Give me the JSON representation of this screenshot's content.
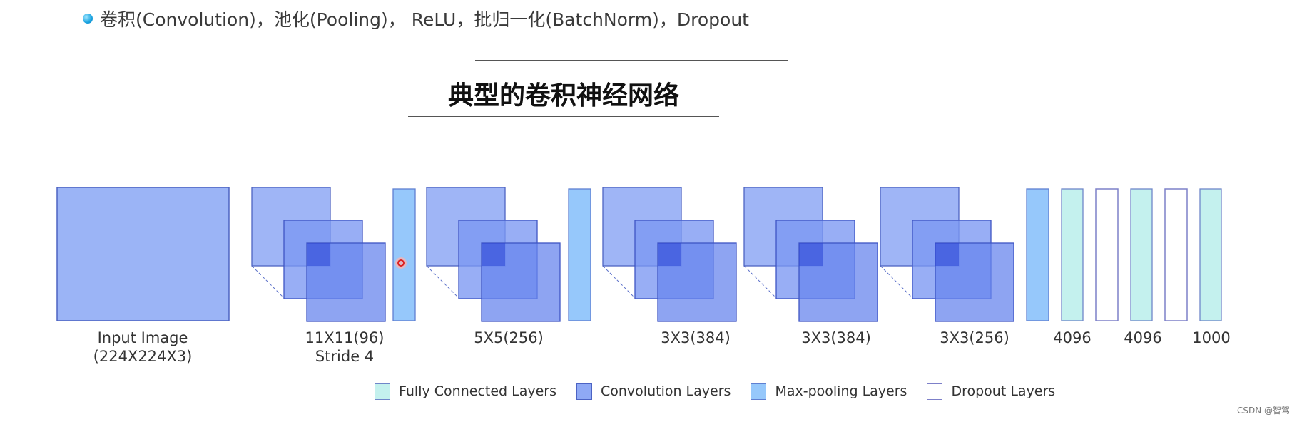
{
  "header": {
    "bullet_text": "卷积(Convolution)，池化(Pooling)， ReLU，批归一化(BatchNorm)，Dropout",
    "title": "典型的卷积神经网络"
  },
  "diagram": {
    "captions": {
      "input": [
        "Input Image",
        "(224X224X3)"
      ],
      "conv1": [
        "11X11(96)",
        "Stride 4"
      ],
      "conv2": [
        "5X5(256)"
      ],
      "conv3": [
        "3X3(384)"
      ],
      "conv4": [
        "3X3(384)"
      ],
      "conv5": [
        "3X3(256)"
      ],
      "fc1": [
        "4096"
      ],
      "fc2": [
        "4096"
      ],
      "fc3": [
        "1000"
      ]
    }
  },
  "legend": [
    {
      "label": "Fully Connected Layers",
      "color": "#c4f1ee",
      "border": "#6f86c9"
    },
    {
      "label": "Convolution Layers",
      "color": "#8fa9f5",
      "border": "#4c63c4"
    },
    {
      "label": "Max-pooling Layers",
      "color": "#96c8fb",
      "border": "#5f7fd1"
    },
    {
      "label": "Dropout Layers",
      "color": "#ffffff",
      "border": "#7d80c9"
    }
  ],
  "colors": {
    "input": "#9bb4f6",
    "conv_back": "#8fa9f5",
    "conv_mid": "#6e8cf0",
    "conv_front": "#5c7aea",
    "overlap": "#2c45d6",
    "pool": "#96c8fb",
    "fc": "#c4f1ee",
    "dropout": "#ffffff"
  },
  "watermark": "CSDN @智驾"
}
